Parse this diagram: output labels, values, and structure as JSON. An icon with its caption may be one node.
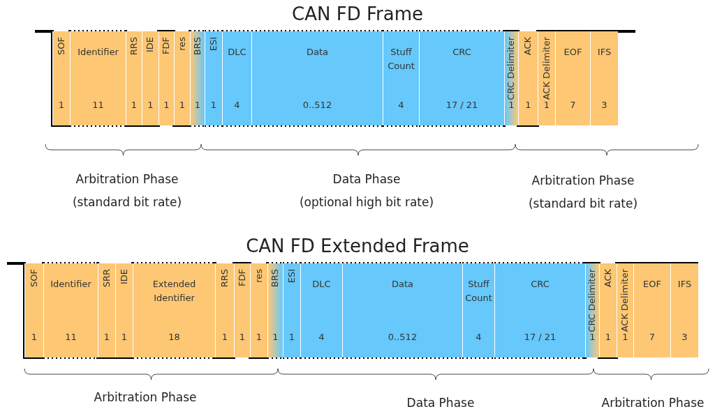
{
  "diagram": {
    "nodes": [
      {
        "text": [
          "SOF",
          "1"
        ]
      },
      {
        "text": [
          "Identifier",
          "11"
        ]
      },
      {
        "text": [
          "RRS",
          "1"
        ]
      },
      {
        "text": [
          "IDE",
          "1"
        ]
      },
      {
        "text": [
          "FDF",
          "1"
        ]
      },
      {
        "text": [
          "res",
          "1"
        ]
      },
      {
        "text": [
          "BRS",
          "1"
        ]
      },
      {
        "text": [
          "ESI",
          "1"
        ]
      },
      {
        "text": [
          "DLC",
          "4"
        ]
      },
      {
        "text": [
          "Data",
          "0..512"
        ]
      },
      {
        "text": [
          "Stuff Count",
          "4"
        ]
      },
      {
        "text": [
          "CRC",
          "17 / 21"
        ]
      },
      {
        "text": [
          "CRC Delimiter",
          "1"
        ]
      },
      {
        "text": [
          "ACK",
          "1"
        ]
      },
      {
        "text": [
          "ACK Delimiter",
          "1"
        ]
      },
      {
        "text": [
          "EOF",
          "7"
        ]
      },
      {
        "text": [
          "IFS",
          "3"
        ]
      },
      {
        "text": [
          "SOF",
          "1"
        ]
      },
      {
        "text": [
          "Identifier",
          "11"
        ]
      },
      {
        "text": [
          "SRR",
          "1"
        ]
      },
      {
        "text": [
          "IDE",
          "1"
        ]
      },
      {
        "text": [
          "Extended Identifier",
          "18"
        ]
      },
      {
        "text": [
          "RRS",
          "1"
        ]
      },
      {
        "text": [
          "FDF",
          "1"
        ]
      },
      {
        "text": [
          "res",
          "1"
        ]
      },
      {
        "text": [
          "BRS",
          "1"
        ]
      },
      {
        "text": [
          "ESI",
          "1"
        ]
      },
      {
        "text": [
          "DLC",
          "4"
        ]
      },
      {
        "text": [
          "Data",
          "0..512"
        ]
      },
      {
        "text": [
          "Stuff Count",
          "4"
        ]
      },
      {
        "text": [
          "CRC",
          "17 / 21"
        ]
      },
      {
        "text": [
          "CRC Delimiter",
          "1"
        ]
      },
      {
        "text": [
          "ACK",
          "1"
        ]
      },
      {
        "text": [
          "ACK Delimiter",
          "1"
        ]
      },
      {
        "text": [
          "EOF",
          "7"
        ]
      },
      {
        "text": [
          "IFS",
          "3"
        ]
      }
    ],
    "edges": [],
    "labels": [
      "CAN FD Frame",
      "Arbitration Phase",
      "(standard bit rate)",
      "Data Phase",
      "(optional high bit rate)",
      "Arbitration Phase",
      "(standard bit rate)",
      "CAN FD Extended Frame",
      "Arbitration Phase",
      "Data Phase",
      "Arbitration Phase"
    ]
  }
}
